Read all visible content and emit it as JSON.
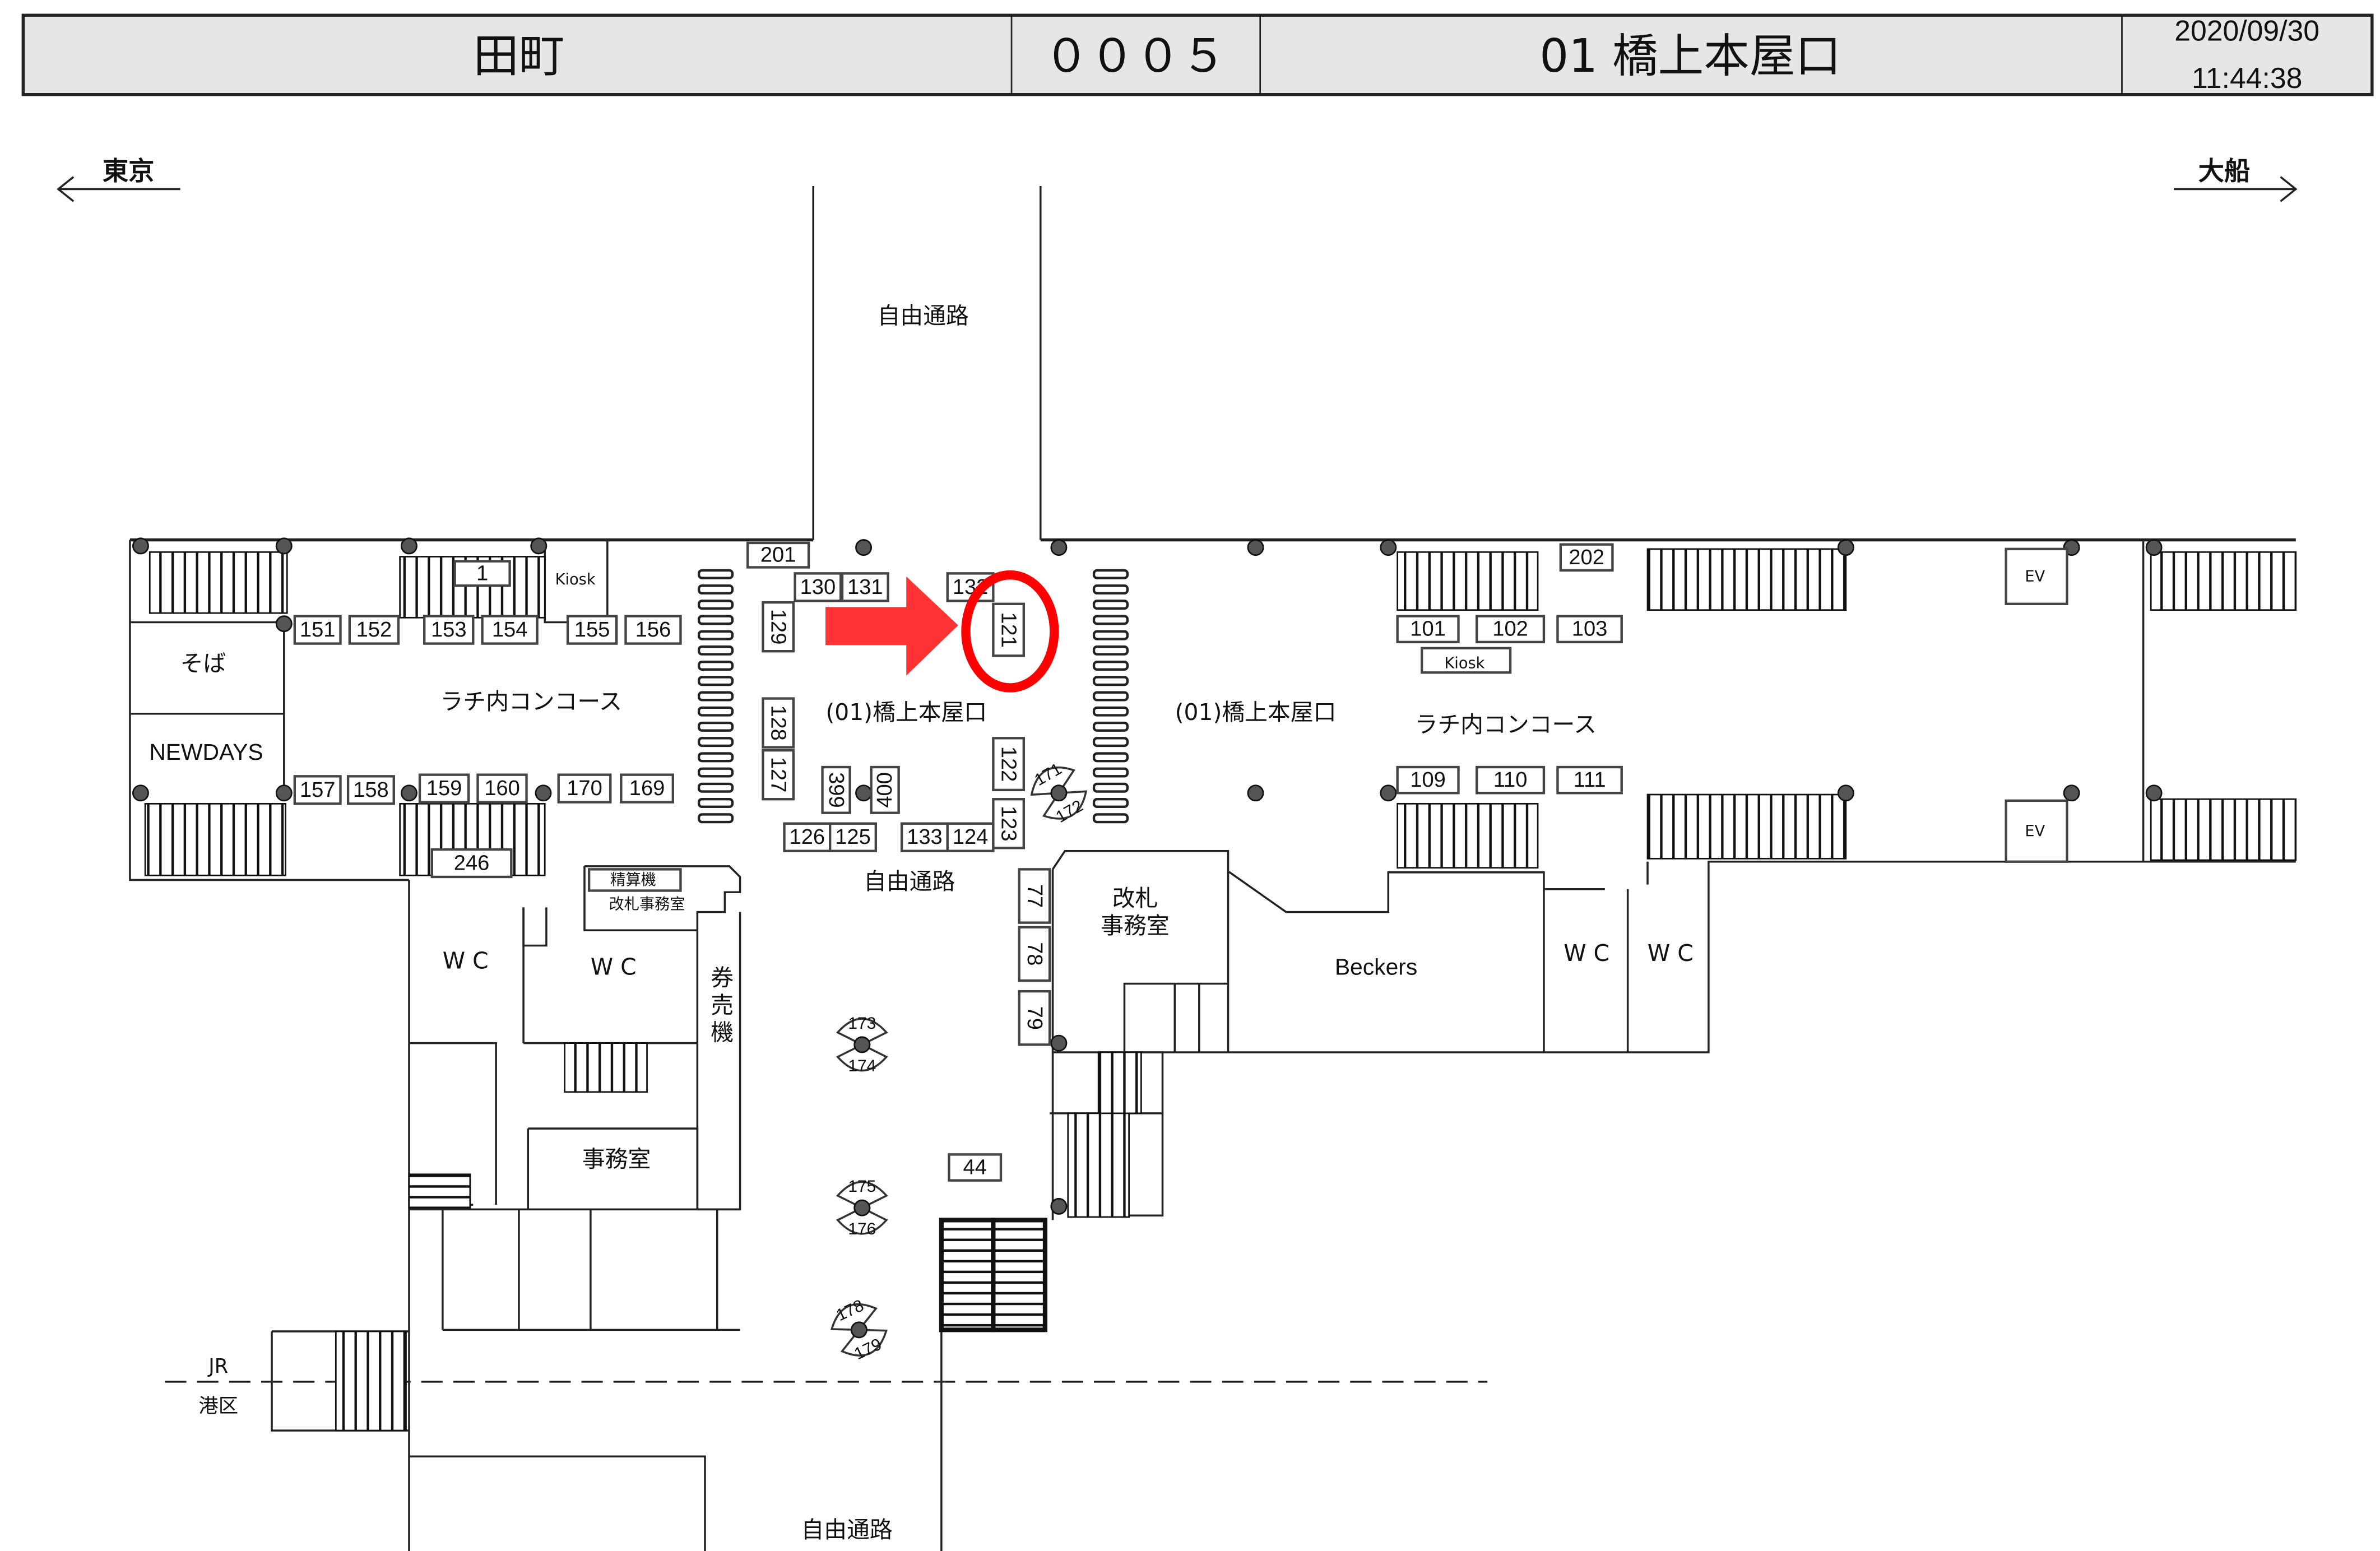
{
  "header": {
    "station": "田町",
    "code": "０００５",
    "exit": "01  橋上本屋口",
    "date": "2020/09/30",
    "time": "11:44:38"
  },
  "directions": {
    "left": "東京",
    "right": "大船"
  },
  "labels": {
    "passage_top": "自由通路",
    "passage_mid": "自由通路",
    "passage_bottom": "自由通路",
    "concourse_left": "ラチ内コンコース",
    "concourse_right": "ラチ内コンコース",
    "exit_left": "(01)橋上本屋口",
    "exit_right": "(01)橋上本屋口",
    "soba": "そば",
    "newdays": "NEWDAYS",
    "kiosk_left": "Kiosk",
    "kiosk_right": "Kiosk",
    "fare_adjust": "精算機",
    "gate_office_small": "改札事務室",
    "gate_office_1": "改札",
    "gate_office_2": "事務室",
    "ticket_machine": "券売機",
    "office": "事務室",
    "beckers": "Beckers",
    "wc1": "W C",
    "wc2": "W C",
    "wc3": "W C",
    "wc4": "W C",
    "ev1": "EV",
    "ev2": "EV",
    "jr": "JR",
    "minato": "港区"
  },
  "posters": [
    "151",
    "152",
    "153",
    "154",
    "155",
    "156",
    "157",
    "158",
    "159",
    "160",
    "170",
    "169",
    "246",
    "1",
    "201",
    "130",
    "131",
    "132",
    "126",
    "125",
    "133",
    "124",
    "101",
    "102",
    "103",
    "109",
    "110",
    "111",
    "202",
    "44",
    "129",
    "128",
    "127",
    "121",
    "122",
    "123",
    "399",
    "400",
    "77",
    "78",
    "79"
  ],
  "fans": [
    [
      "171",
      "172"
    ],
    [
      "173",
      "174"
    ],
    [
      "175",
      "176"
    ],
    [
      "178",
      "179"
    ]
  ],
  "highlight": {
    "target": "121",
    "color": "#ff0000",
    "arrow_color": "#ff3333"
  }
}
